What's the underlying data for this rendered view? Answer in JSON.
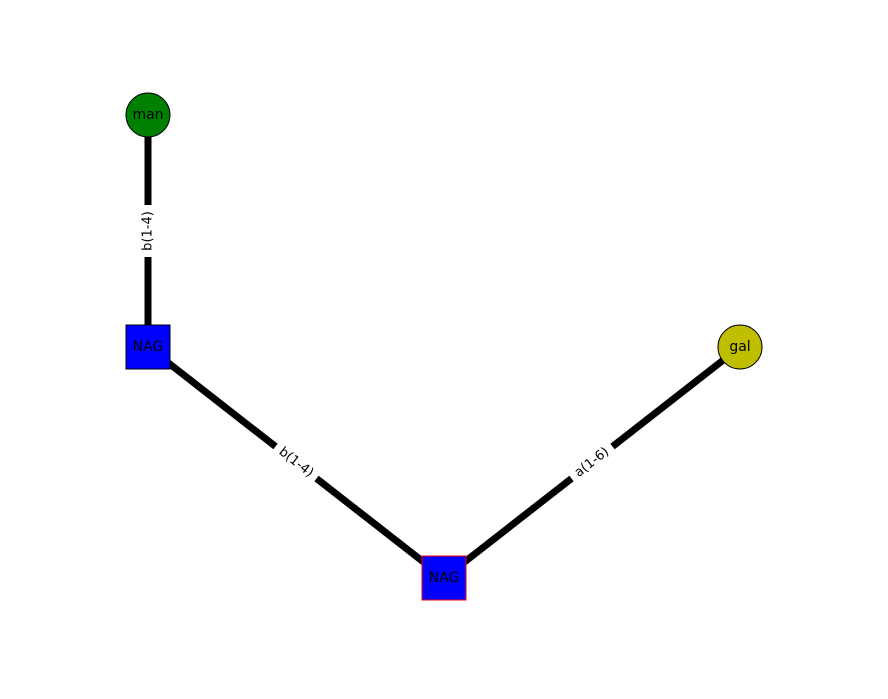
{
  "diagram": {
    "nodes": [
      {
        "id": "man",
        "label": "man",
        "shape": "circle",
        "fill": "#008000",
        "stroke": "#000000"
      },
      {
        "id": "nag1",
        "label": "NAG",
        "shape": "square",
        "fill": "#0000ff",
        "stroke": "#000000"
      },
      {
        "id": "nag2",
        "label": "NAG",
        "shape": "square",
        "fill": "#0000ff",
        "stroke": "#ff0000"
      },
      {
        "id": "gal",
        "label": "gal",
        "shape": "circle",
        "fill": "#bfbf00",
        "stroke": "#000000"
      }
    ],
    "edges": [
      {
        "id": "e1",
        "source": "nag1",
        "target": "man",
        "label": "b(1-4)"
      },
      {
        "id": "e2",
        "source": "nag2",
        "target": "nag1",
        "label": "b(1-4)"
      },
      {
        "id": "e3",
        "source": "nag2",
        "target": "gal",
        "label": "a(1-6)"
      }
    ],
    "colors": {
      "edge": "#000000",
      "background": "#ffffff"
    }
  }
}
